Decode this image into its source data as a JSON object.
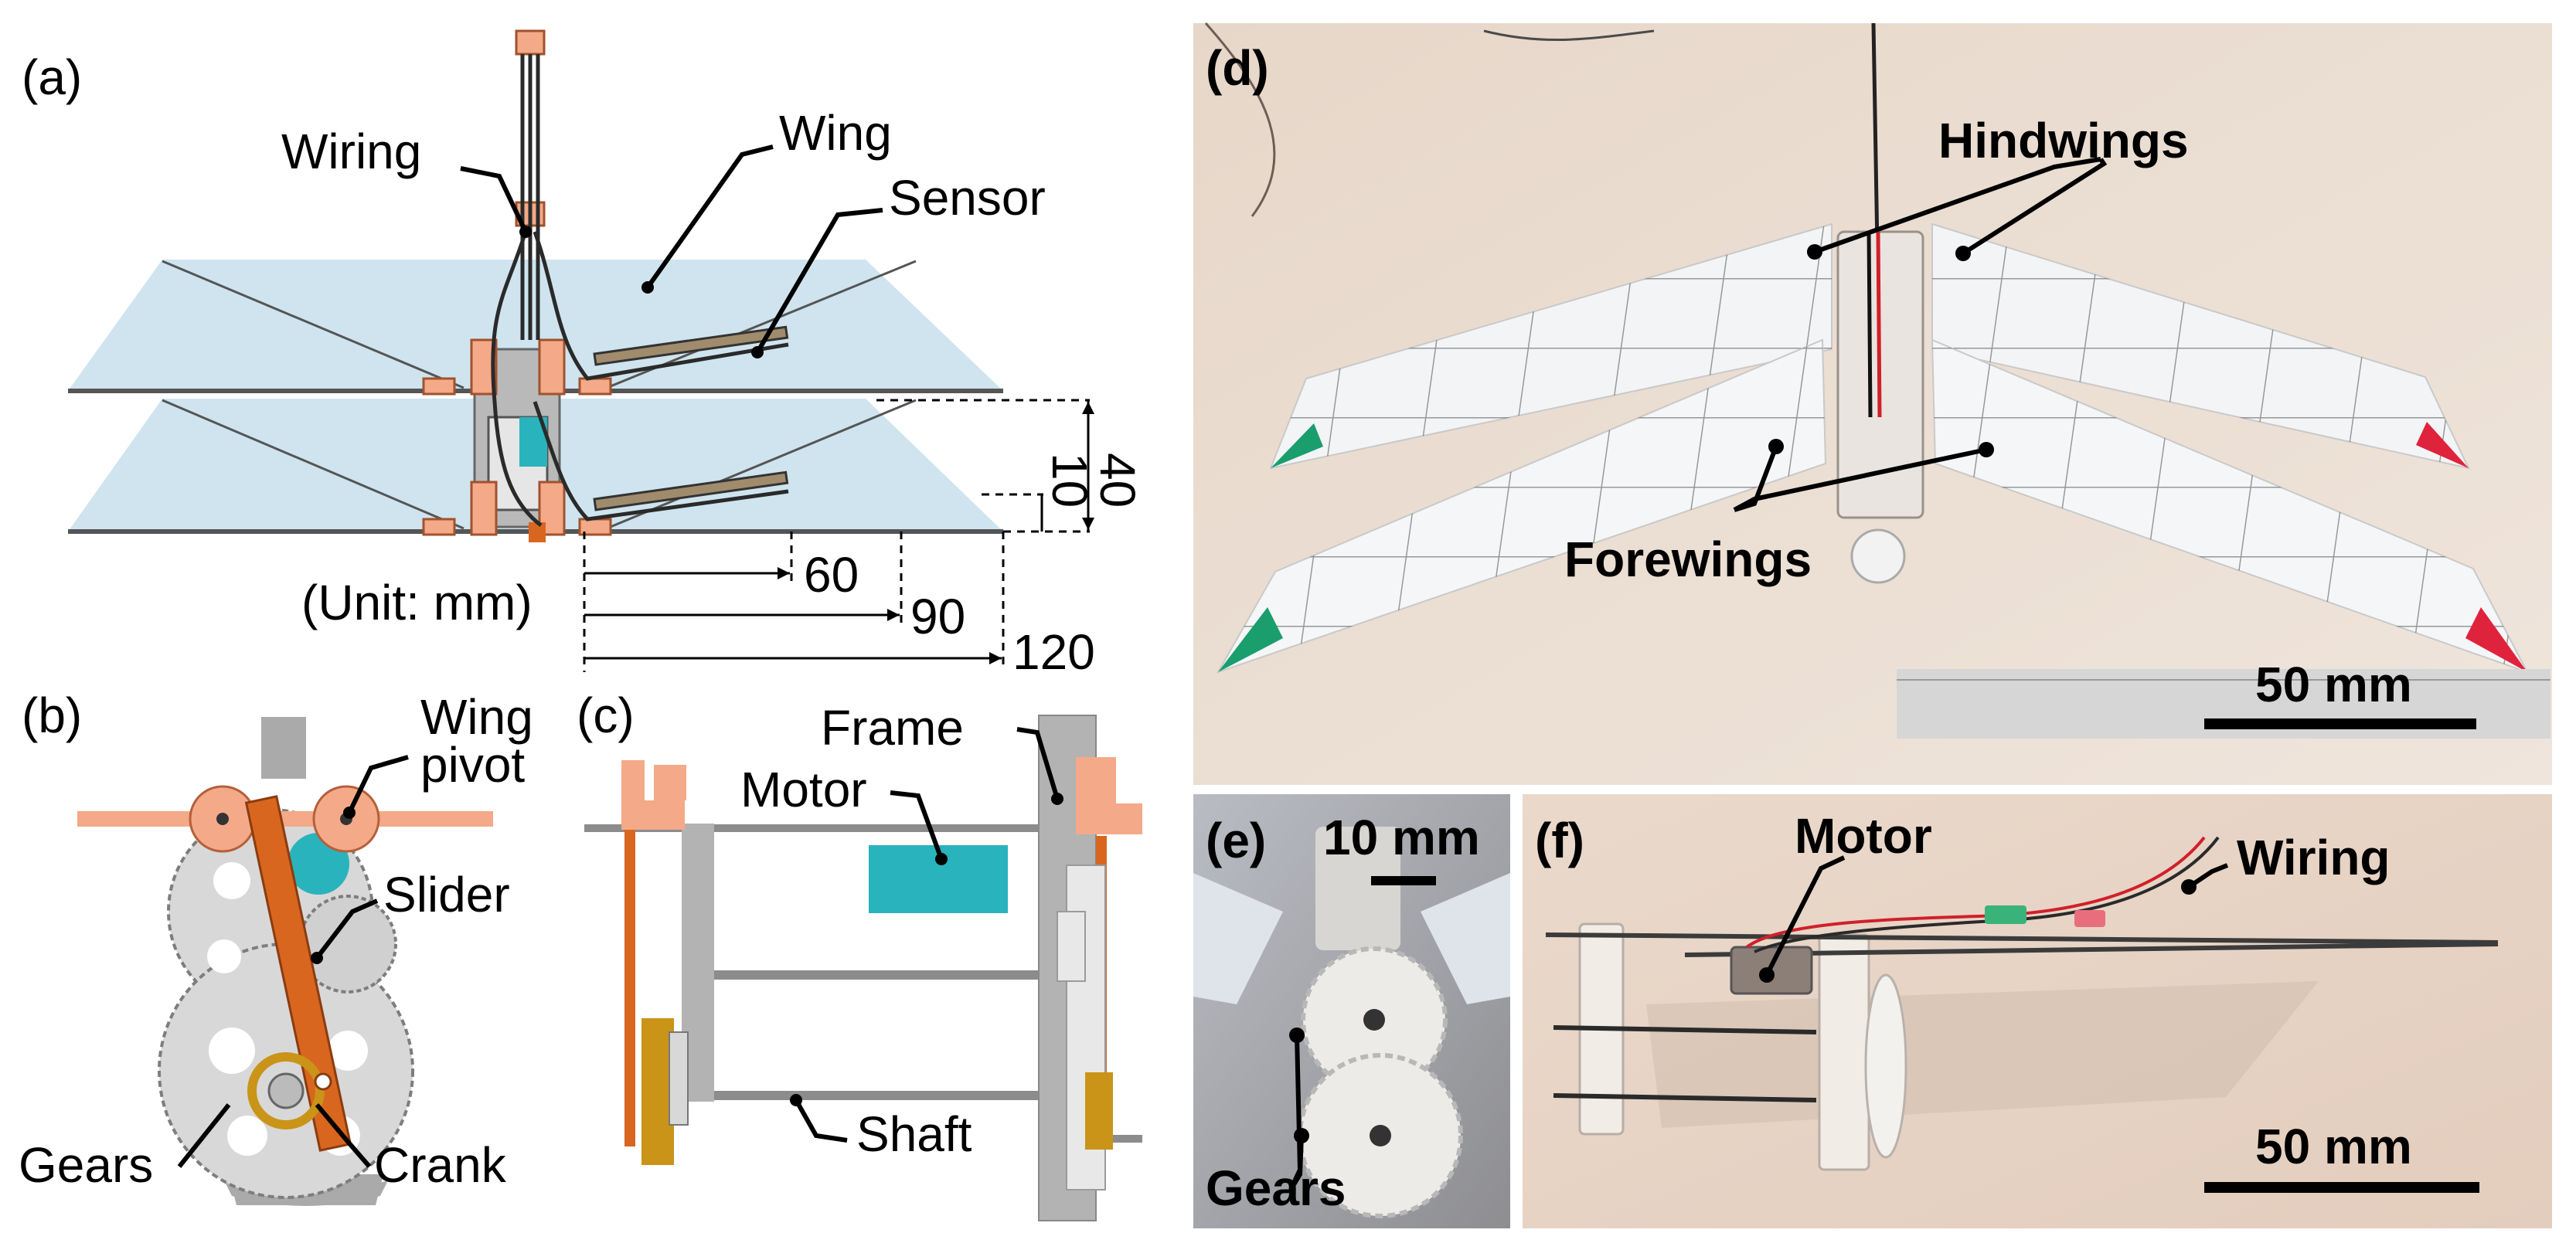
{
  "panels": {
    "a": {
      "tag": "(a)",
      "labels": {
        "wiring": "Wiring",
        "wing": "Wing",
        "sensor": "Sensor"
      },
      "dimensions": {
        "d40": "40",
        "d10": "10",
        "d60": "60",
        "d90": "90",
        "d120": "120"
      },
      "unit_note": "(Unit: mm)"
    },
    "b": {
      "tag": "(b)",
      "labels": {
        "wing": "Wing",
        "pivot": "pivot",
        "slider": "Slider",
        "gears": "Gears",
        "crank": "Crank"
      }
    },
    "c": {
      "tag": "(c)",
      "labels": {
        "frame": "Frame",
        "motor": "Motor",
        "shaft": "Shaft"
      }
    },
    "d": {
      "tag": "(d)",
      "labels": {
        "hindwings": "Hindwings",
        "forewings": "Forewings"
      },
      "scale_bar": "50 mm"
    },
    "e": {
      "tag": "(e)",
      "labels": {
        "gears": "Gears"
      },
      "scale_bar": "10 mm"
    },
    "f": {
      "tag": "(f)",
      "labels": {
        "motor": "Motor",
        "wiring": "Wiring"
      },
      "scale_bar": "50 mm"
    }
  },
  "colors": {
    "wing_fill": "#cfe4ef",
    "copper": "#f4a988",
    "orange": "#d9661f",
    "frame_gray": "#b3b3b3",
    "motor_teal": "#29b3bd",
    "gold": "#c99418",
    "photo_bg": "#e9dcd0",
    "wing_photo": "#f3f4f6",
    "tip_green": "#1a9e6e",
    "tip_red": "#e0233d"
  }
}
